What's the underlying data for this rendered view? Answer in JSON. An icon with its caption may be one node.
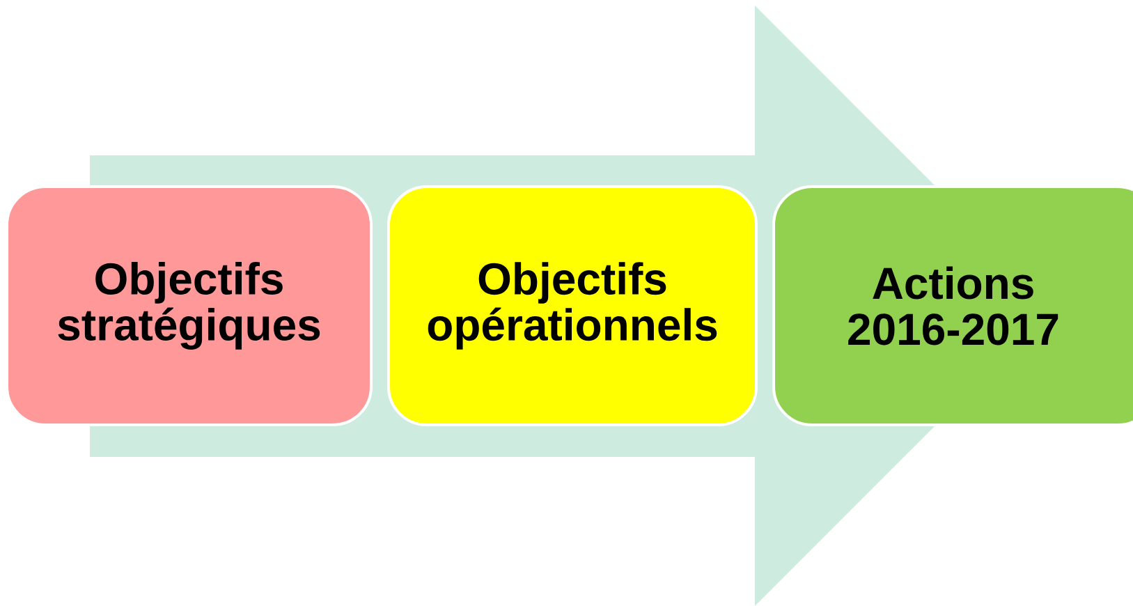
{
  "diagram": {
    "nodes": [
      {
        "text": [
          "Objectifs stratégiques"
        ]
      },
      {
        "text": [
          "Objectifs opérationnels"
        ]
      },
      {
        "text": [
          "Actions 2016-2017"
        ]
      }
    ],
    "edges": [
      {
        "from": 0,
        "to": 2,
        "arrow": "to"
      }
    ]
  }
}
